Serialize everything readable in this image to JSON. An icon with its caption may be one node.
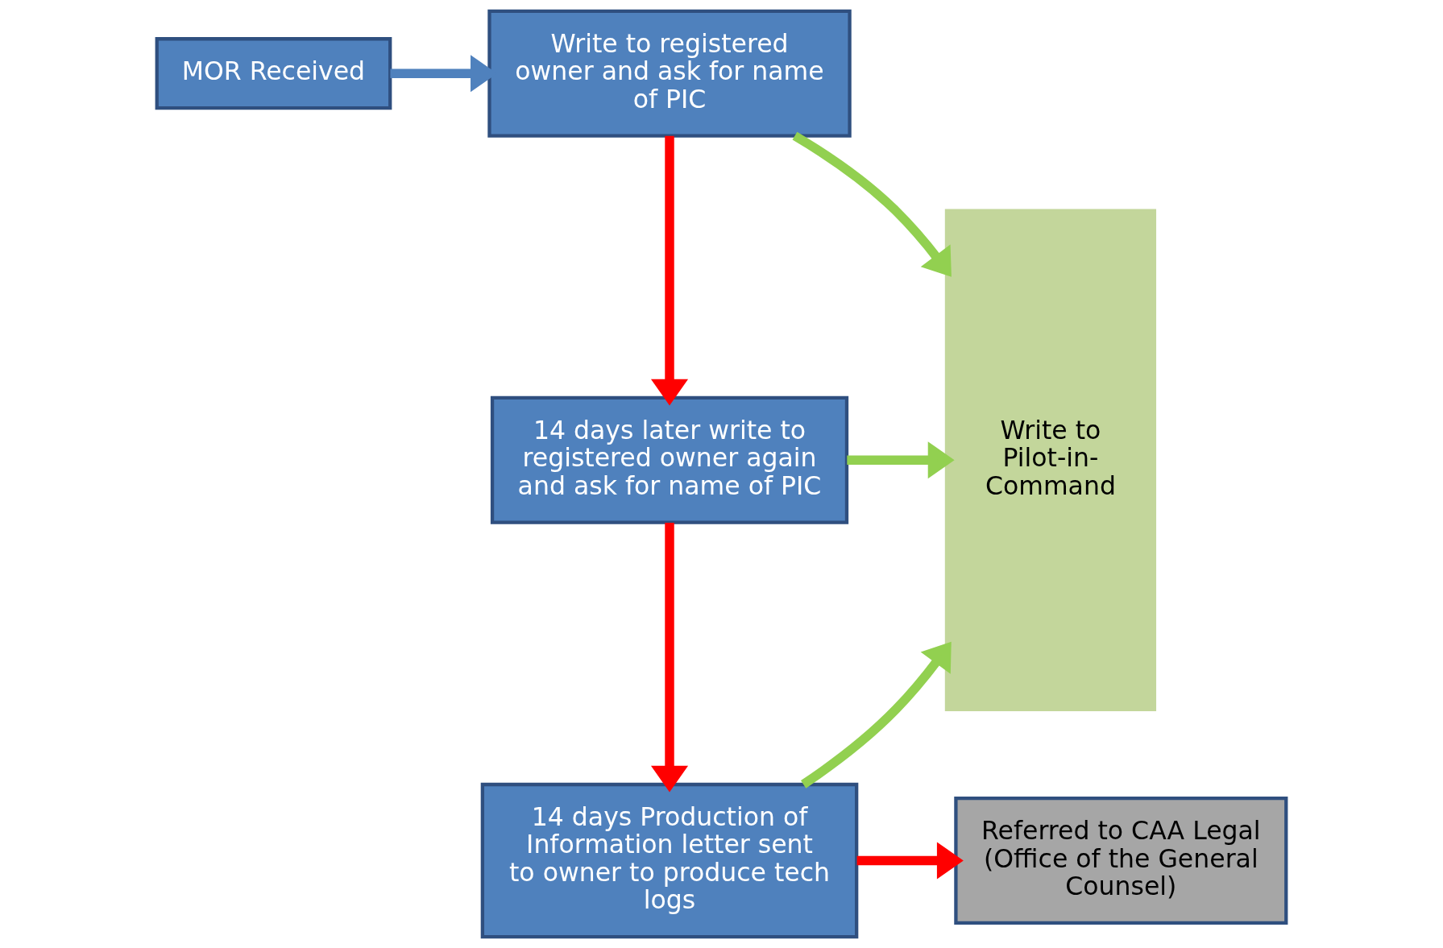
{
  "diagram": {
    "nodes": [
      {
        "text": [
          "MOR Received"
        ]
      },
      {
        "text": [
          "Write to registered owner and ask for name of PIC"
        ]
      },
      {
        "text": [
          "14 days later write to registered owner again and ask for name of PIC"
        ]
      },
      {
        "text": [
          "14 days Production of Information letter sent to owner to produce tech logs"
        ]
      },
      {
        "text": [
          "Referred to CAA Legal (Office of the General Counsel)"
        ]
      },
      {
        "text": [
          "Write to Pilot-in-Command"
        ]
      }
    ],
    "edges": [
      {
        "from": 0,
        "to": 1,
        "arrow": "to",
        "color": "#4f81bd"
      },
      {
        "from": 1,
        "to": 2,
        "arrow": "to",
        "color": "#ff0000"
      },
      {
        "from": 2,
        "to": 3,
        "arrow": "to",
        "color": "#ff0000"
      },
      {
        "from": 3,
        "to": 4,
        "arrow": "to",
        "color": "#ff0000"
      },
      {
        "from": 1,
        "to": 5,
        "arrow": "to",
        "color": "#92d050"
      },
      {
        "from": 2,
        "to": 5,
        "arrow": "to",
        "color": "#92d050"
      },
      {
        "from": 3,
        "to": 5,
        "arrow": "to",
        "color": "#92d050"
      }
    ]
  }
}
